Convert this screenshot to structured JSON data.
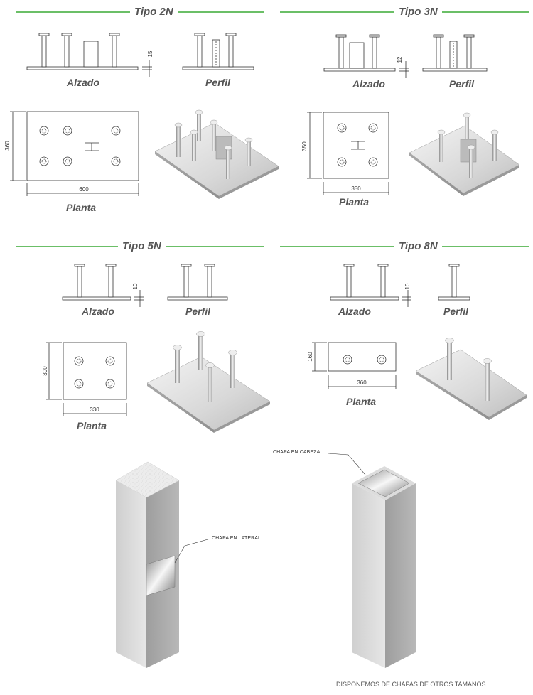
{
  "sections": [
    {
      "title": "Tipo 2N",
      "elevation_label": "Alzado",
      "profile_label": "Perfil",
      "plan_label": "Planta",
      "plate_thickness": "15",
      "plan_height": "360",
      "plan_width": "600"
    },
    {
      "title": "Tipo 3N",
      "elevation_label": "Alzado",
      "profile_label": "Perfil",
      "plan_label": "Planta",
      "plate_thickness": "12",
      "plan_height": "350",
      "plan_width": "350"
    },
    {
      "title": "Tipo 5N",
      "elevation_label": "Alzado",
      "profile_label": "Perfil",
      "plan_label": "Planta",
      "plate_thickness": "10",
      "plan_height": "300",
      "plan_width": "330"
    },
    {
      "title": "Tipo 8N",
      "elevation_label": "Alzado",
      "profile_label": "Perfil",
      "plan_label": "Planta",
      "plate_thickness": "10",
      "plan_height": "160",
      "plan_width": "360"
    }
  ],
  "columns": {
    "lateral_label": "CHAPA EN LATERAL",
    "head_label": "CHAPA EN CABEZA"
  },
  "footer": "DISPONEMOS DE CHAPAS DE OTROS TAMAÑOS",
  "colors": {
    "accent_line": "#3aaa35",
    "label_text": "#555555",
    "drawing_line": "#333333"
  }
}
